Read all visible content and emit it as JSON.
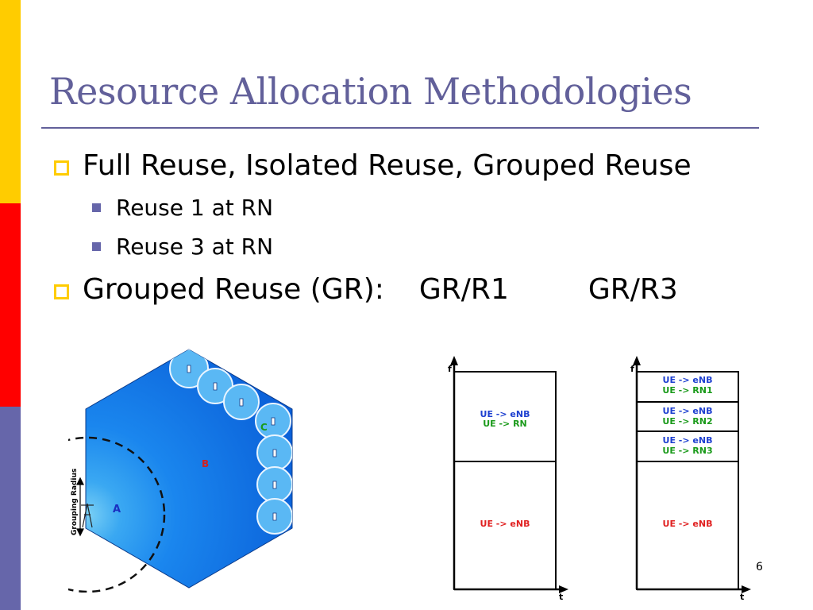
{
  "slide": {
    "title": "Resource Allocation Methodologies",
    "bullets": [
      {
        "text": "Full Reuse, Isolated Reuse, Grouped Reuse",
        "sub": [
          "Reuse 1 at RN",
          "Reuse 3 at RN"
        ]
      }
    ],
    "gr_line": {
      "text": "Grouped Reuse (GR):",
      "label_r1": "GR/R1",
      "label_r3": "GR/R3"
    },
    "page_number": "6"
  },
  "cell_diagram": {
    "grouping_radius_label": "Grouping Radius",
    "region_a": "A",
    "region_b": "B",
    "region_c": "C"
  },
  "gr_r1_chart": {
    "axis_f": "f",
    "axis_t": "t",
    "top_line1": "UE -> eNB",
    "top_line2": "UE -> RN",
    "bottom": "UE -> eNB"
  },
  "gr_r3_chart": {
    "axis_f": "f",
    "axis_t": "t",
    "rows": [
      {
        "line1": "UE -> eNB",
        "line2": "UE -> RN1"
      },
      {
        "line1": "UE -> eNB",
        "line2": "UE -> RN2"
      },
      {
        "line1": "UE -> eNB",
        "line2": "UE -> RN3"
      }
    ],
    "bottom": "UE -> eNB"
  },
  "colors": {
    "title": "#62609a",
    "stripe_yellow": "#ffcc00",
    "stripe_red": "#ff0000",
    "stripe_purple": "#6666aa",
    "enb_text": "#1e40d0",
    "rn_text": "#1a9a1a",
    "enb_red": "#e02020"
  }
}
